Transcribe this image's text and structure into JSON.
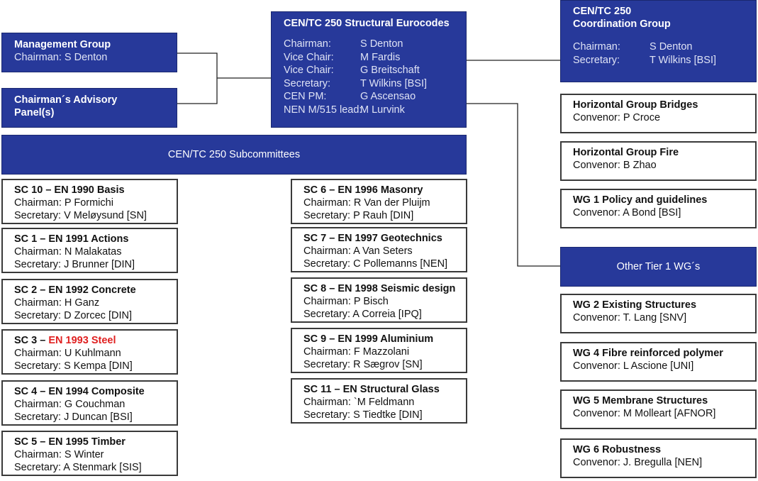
{
  "tc": {
    "title": "CEN/TC 250  Structural Eurocodes",
    "rows": [
      {
        "role": "Chairman:",
        "name": "S Denton"
      },
      {
        "role": "Vice Chair:",
        "name": "M Fardis"
      },
      {
        "role": "Vice Chair:",
        "name": "G Breitschaft"
      },
      {
        "role": "Secretary:",
        "name": "T Wilkins [BSI]"
      },
      {
        "role": "CEN PM:",
        "name": "G Ascensao"
      },
      {
        "role": "NEN M/515 lead:",
        "name": "M Lurvink"
      }
    ]
  },
  "management": {
    "title": "Management Group",
    "line": "Chairman: S Denton"
  },
  "advisory": {
    "title": "Chairman´s Advisory Panel(s)"
  },
  "subcommittees": {
    "title": "CEN/TC 250 Subcommittees"
  },
  "coordination": {
    "title1": "CEN/TC 250",
    "title2": "Coordination Group",
    "rows": [
      {
        "role": "Chairman:",
        "name": "S Denton"
      },
      {
        "role": "Secretary:",
        "name": "T Wilkins [BSI]"
      }
    ]
  },
  "sc_left": [
    {
      "title": "SC 10 – EN 1990 Basis",
      "chair": "Chairman: P Formichi",
      "sec": "Secretary: V Meløysund [SN]"
    },
    {
      "title": "SC 1 – EN 1991 Actions",
      "chair": "Chairman: N Malakatas",
      "sec": "Secretary: J Brunner [DIN]"
    },
    {
      "title": "SC 2 – EN 1992  Concrete",
      "chair": "Chairman: H Ganz",
      "sec": "Secretary: D Zorcec [DIN]"
    },
    {
      "title_prefix": "SC 3 – ",
      "title_highlight": "EN 1993 Steel",
      "chair": "Chairman: U Kuhlmann",
      "sec": "Secretary: S Kempa [DIN]"
    },
    {
      "title": "SC 4 – EN 1994 Composite",
      "chair": "Chairman: G Couchman",
      "sec": "Secretary: J Duncan [BSI]"
    },
    {
      "title": "SC 5 – EN 1995 Timber",
      "chair": "Chairman: S Winter",
      "sec": "Secretary: A Stenmark [SIS]"
    }
  ],
  "sc_right": [
    {
      "title": "SC 6 – EN 1996 Masonry",
      "chair": "Chairman: R Van der Pluijm",
      "sec": "Secretary: P Rauh [DIN]"
    },
    {
      "title": "SC 7 – EN 1997 Geotechnics",
      "chair": "Chairman: A Van Seters",
      "sec": "Secretary: C Pollemanns [NEN]"
    },
    {
      "title": "SC 8 – EN 1998 Seismic design",
      "chair": "Chairman: P Bisch",
      "sec": "Secretary: A Correia [IPQ]"
    },
    {
      "title": "SC 9 – EN 1999 Aluminium",
      "chair": "Chairman: F Mazzolani",
      "sec": "Secretary: R Sægrov [SN]"
    },
    {
      "title": "SC 11 – EN Structural Glass",
      "chair": "Chairman: `M Feldmann",
      "sec": "Secretary: S Tiedtke [DIN]"
    }
  ],
  "horizontal": [
    {
      "title": "Horizontal Group Bridges",
      "line": "Convenor: P Croce"
    },
    {
      "title": "Horizontal Group Fire",
      "line": "Convenor: B Zhao"
    },
    {
      "title": "WG 1 Policy and guidelines",
      "line": "Convenor: A Bond [BSI]"
    }
  ],
  "other_wg": {
    "title": "Other Tier 1 WG´s"
  },
  "wgs": [
    {
      "title": "WG 2 Existing Structures",
      "line": "Convenor: T. Lang [SNV]"
    },
    {
      "title": "WG 4 Fibre reinforced polymer",
      "line": "Convenor: L Ascione [UNI]"
    },
    {
      "title": "WG 5 Membrane Structures",
      "line": "Convenor: M Molleart [AFNOR]"
    },
    {
      "title": "WG 6 Robustness",
      "line": "Convenor: J. Bregulla [NEN]"
    }
  ]
}
